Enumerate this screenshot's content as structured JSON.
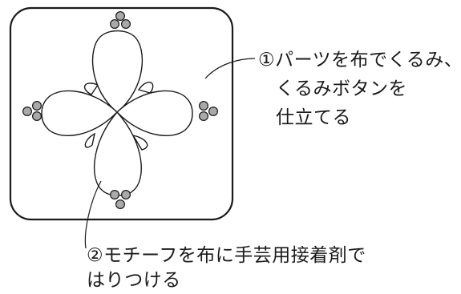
{
  "annotations": {
    "step1": {
      "line1": "①パーツを布でくるみ、",
      "line2": "くるみボタンを",
      "line3": "仕立てる"
    },
    "step2": {
      "line1": "②モチーフを布に手芸用接着剤で",
      "line2": "はりつける"
    }
  },
  "colors": {
    "stroke": "#1a1a1a",
    "bead_fill": "#a9a9a9",
    "background": "#ffffff"
  }
}
